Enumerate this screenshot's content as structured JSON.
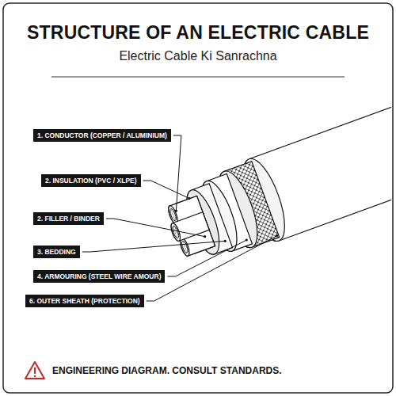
{
  "diagram": {
    "title": "STRUCTURE OF AN ELECTRIC CABLE",
    "nodes": [
      {
        "text": [
          "1. CONDUCTOR (COPPER / ALUMINIUM)"
        ]
      },
      {
        "text": [
          "2. INSULATION (PVC / XLPE)"
        ]
      },
      {
        "text": [
          "2. FILLER / BINDER"
        ]
      },
      {
        "text": [
          "3. BEDDING"
        ]
      },
      {
        "text": [
          "4. ARMOURING (STEEL WIRE AMOUR)"
        ]
      },
      {
        "text": [
          "6. OUTER SHEATH (PROTECTION)"
        ]
      }
    ],
    "labels": [
      "Electric Cable Ki Sanrachna",
      "ENGINEERING DIAGRAM. CONSULT STANDARDS."
    ]
  }
}
